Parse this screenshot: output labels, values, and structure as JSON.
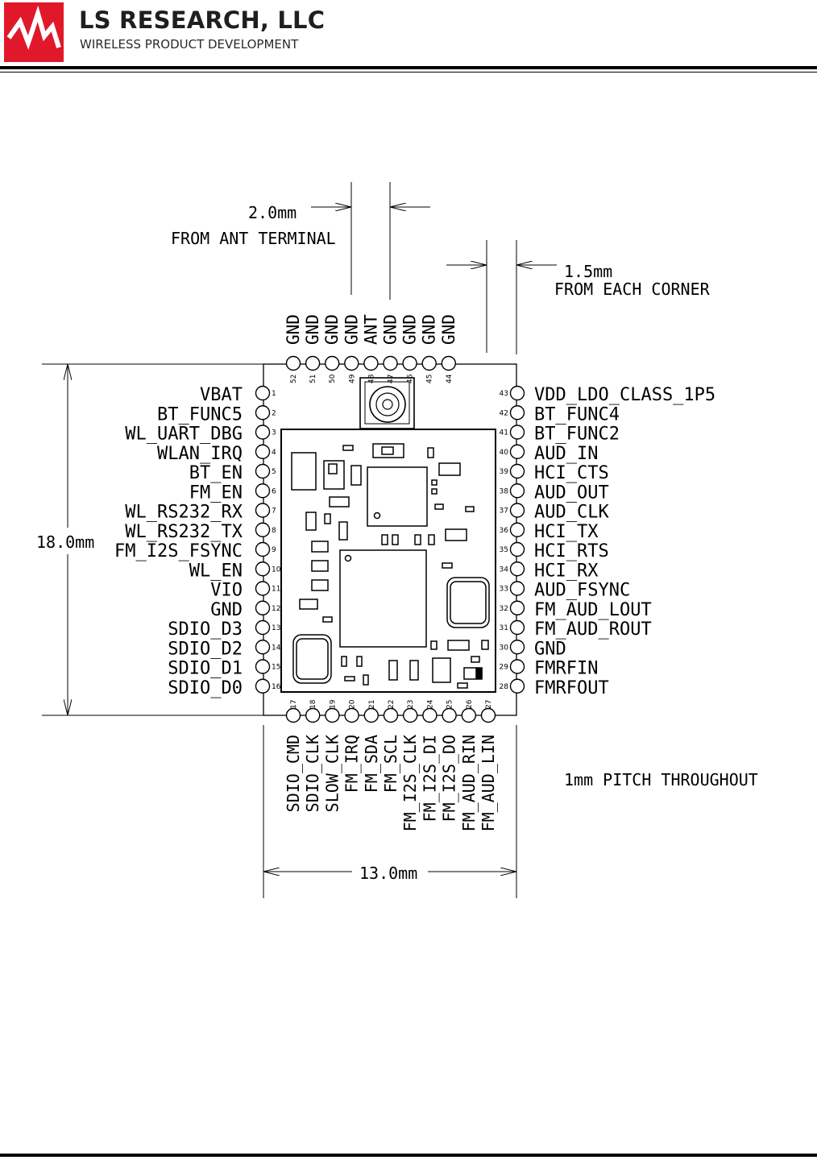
{
  "header": {
    "company": "LS RESEARCH, LLC",
    "tagline": "WIRELESS PRODUCT DEVELOPMENT"
  },
  "colors": {
    "logo_red": "#e0182a",
    "ink": "#000000"
  },
  "dimensions": {
    "ant_offset": "2.0mm",
    "ant_offset_note": "FROM ANT TERMINAL",
    "corner_offset": "1.5mm",
    "corner_offset_note": "FROM EACH CORNER",
    "height": "18.0mm",
    "width": "13.0mm",
    "pitch_note": "1mm PITCH THROUGHOUT"
  },
  "pins": {
    "left": [
      {
        "num": "1",
        "label": "VBAT"
      },
      {
        "num": "2",
        "label": "BT_FUNC5"
      },
      {
        "num": "3",
        "label": "WL_UART_DBG"
      },
      {
        "num": "4",
        "label": "WLAN_IRQ"
      },
      {
        "num": "5",
        "label": "BT_EN"
      },
      {
        "num": "6",
        "label": "FM_EN"
      },
      {
        "num": "7",
        "label": "WL_RS232_RX"
      },
      {
        "num": "8",
        "label": "WL_RS232_TX"
      },
      {
        "num": "9",
        "label": "FM_I2S_FSYNC"
      },
      {
        "num": "10",
        "label": "WL_EN"
      },
      {
        "num": "11",
        "label": "VIO"
      },
      {
        "num": "12",
        "label": "GND"
      },
      {
        "num": "13",
        "label": "SDIO_D3"
      },
      {
        "num": "14",
        "label": "SDIO_D2"
      },
      {
        "num": "15",
        "label": "SDIO_D1"
      },
      {
        "num": "16",
        "label": "SDIO_D0"
      }
    ],
    "right": [
      {
        "num": "43",
        "label": "VDD_LDO_CLASS_1P5"
      },
      {
        "num": "42",
        "label": "BT_FUNC4"
      },
      {
        "num": "41",
        "label": "BT_FUNC2"
      },
      {
        "num": "40",
        "label": "AUD_IN"
      },
      {
        "num": "39",
        "label": "HCI_CTS"
      },
      {
        "num": "38",
        "label": "AUD_OUT"
      },
      {
        "num": "37",
        "label": "AUD_CLK"
      },
      {
        "num": "36",
        "label": "HCI_TX"
      },
      {
        "num": "35",
        "label": "HCI_RTS"
      },
      {
        "num": "34",
        "label": "HCI_RX"
      },
      {
        "num": "33",
        "label": "AUD_FSYNC"
      },
      {
        "num": "32",
        "label": "FM_AUD_LOUT"
      },
      {
        "num": "31",
        "label": "FM_AUD_ROUT"
      },
      {
        "num": "30",
        "label": "GND"
      },
      {
        "num": "29",
        "label": "FMRFIN"
      },
      {
        "num": "28",
        "label": "FMRFOUT"
      }
    ],
    "top": [
      {
        "num": "52",
        "label": "GND"
      },
      {
        "num": "51",
        "label": "GND"
      },
      {
        "num": "50",
        "label": "GND"
      },
      {
        "num": "49",
        "label": "GND"
      },
      {
        "num": "48",
        "label": "ANT"
      },
      {
        "num": "47",
        "label": "GND"
      },
      {
        "num": "46",
        "label": "GND"
      },
      {
        "num": "45",
        "label": "GND"
      },
      {
        "num": "44",
        "label": "GND"
      }
    ],
    "bottom": [
      {
        "num": "17",
        "label": "SDIO_CMD"
      },
      {
        "num": "18",
        "label": "SDIO_CLK"
      },
      {
        "num": "19",
        "label": "SLOW_CLK"
      },
      {
        "num": "20",
        "label": "FM_IRQ"
      },
      {
        "num": "21",
        "label": "FM_SDA"
      },
      {
        "num": "22",
        "label": "FM_SCL"
      },
      {
        "num": "23",
        "label": "FM_I2S_CLK"
      },
      {
        "num": "24",
        "label": "FM_I2S_DI"
      },
      {
        "num": "25",
        "label": "FM_I2S_DO"
      },
      {
        "num": "26",
        "label": "FM_AUD_RIN"
      },
      {
        "num": "27",
        "label": "FM_AUD_LIN"
      }
    ]
  }
}
